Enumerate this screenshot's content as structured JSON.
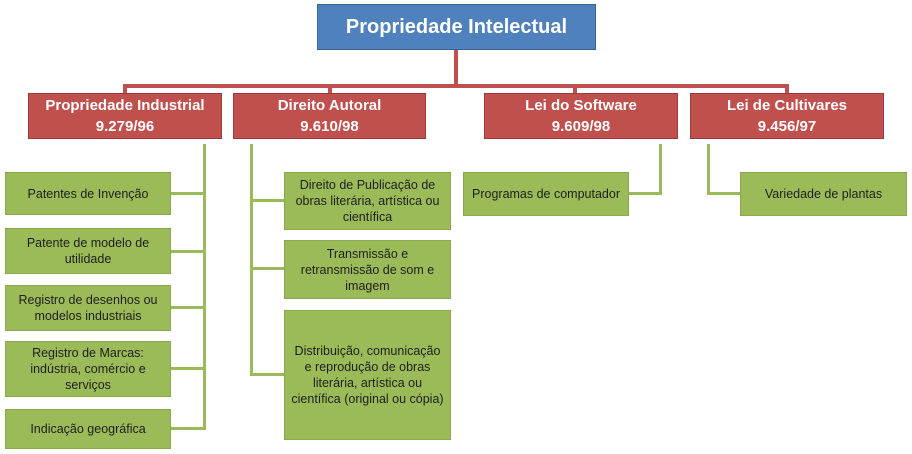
{
  "root": {
    "title": "Propriedade Intelectual"
  },
  "categories": [
    {
      "name": "Propriedade Industrial",
      "law": "9.279/96",
      "items": [
        "Patentes de Invenção",
        "Patente de modelo de utilidade",
        "Registro de desenhos ou modelos industriais",
        "Registro de Marcas: indústria, comércio e serviços",
        "Indicação geográfica"
      ]
    },
    {
      "name": "Direito Autoral",
      "law": "9.610/98",
      "items": [
        "Direito de Publicação de obras literária, artística ou científica",
        "Transmissão e retransmissão de som e imagem",
        "Distribuição, comunicação e reprodução de  obras literária, artística ou científica  (original ou cópia)"
      ]
    },
    {
      "name": "Lei do Software",
      "law": "9.609/98",
      "items": [
        "Programas de computador"
      ]
    },
    {
      "name": "Lei de Cultivares",
      "law": "9.456/97",
      "items": [
        "Variedade de plantas"
      ]
    }
  ],
  "colors": {
    "root_fill": "#4f81bd",
    "category_fill": "#c0504d",
    "leaf_fill": "#9bbb59",
    "connector_red": "#c0504d",
    "connector_green": "#9bbb59"
  }
}
